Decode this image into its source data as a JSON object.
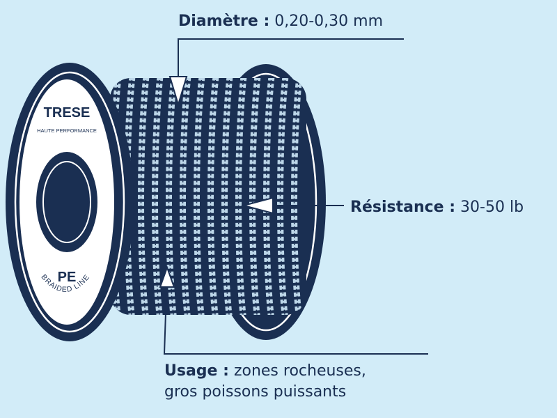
{
  "spool": {
    "brand": "TRESE",
    "tagline": "HAUTE PERFORMANCE",
    "material": "PE",
    "subtitle": "BRAIDED LINE"
  },
  "callouts": {
    "diameter": {
      "label": "Diamètre :",
      "value": "0,20-0,30 mm"
    },
    "resistance": {
      "label": "Résistance :",
      "value": "30-50 lb"
    },
    "usage": {
      "label": "Usage :",
      "value": "zones rocheuses,",
      "value_line2": "gros poissons puissants"
    }
  },
  "colors": {
    "background": "#d2ecf8",
    "ink": "#1a2f52",
    "line": "#bcd6e8",
    "white": "#ffffff"
  }
}
